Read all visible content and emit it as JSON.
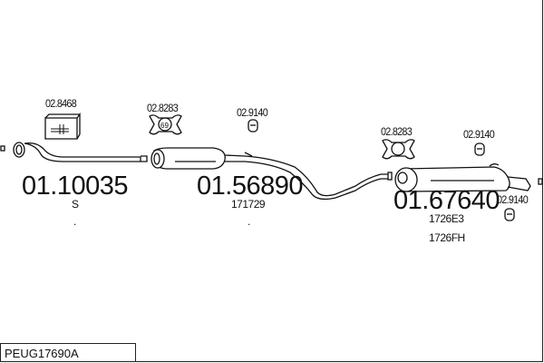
{
  "diagram_code": "PEUG17690A",
  "parts": [
    {
      "number": "01.10035",
      "refs": [
        "S",
        "."
      ]
    },
    {
      "number": "01.56890",
      "refs": [
        "171729",
        "."
      ]
    },
    {
      "number": "01.67640",
      "refs": [
        "1726E3",
        "1726FH"
      ]
    }
  ],
  "accessories": [
    {
      "number": "02.8468",
      "icon": "mounting-kit-box"
    },
    {
      "number": "02.8283",
      "icon": "clamp-69"
    },
    {
      "number": "02.9140",
      "icon": "rubber-hanger"
    },
    {
      "number": "02.8283",
      "icon": "clamp-69"
    },
    {
      "number": "02.9140",
      "icon": "rubber-hanger"
    },
    {
      "number": "02.9140",
      "icon": "rubber-hanger"
    }
  ],
  "clamp_size": "69"
}
